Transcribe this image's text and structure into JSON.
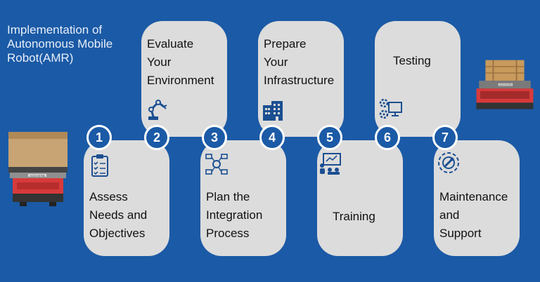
{
  "title": "Implementation of Autonomous Mobile Robot(AMR)",
  "steps": [
    {
      "num": "1",
      "label_lines": [
        "Assess",
        "Needs and",
        "Objectives"
      ],
      "icon": "clipboard-checklist-icon"
    },
    {
      "num": "2",
      "label_lines": [
        "Evaluate",
        "Your",
        "Environment"
      ],
      "icon": "robot-arm-icon"
    },
    {
      "num": "3",
      "label_lines": [
        "Plan the",
        "Integration",
        "Process"
      ],
      "icon": "network-diagram-icon"
    },
    {
      "num": "4",
      "label_lines": [
        "Prepare",
        "Your",
        "Infrastructure"
      ],
      "icon": "building-icon"
    },
    {
      "num": "5",
      "label_lines": [
        "Training"
      ],
      "icon": "presentation-icon"
    },
    {
      "num": "6",
      "label_lines": [
        "Testing"
      ],
      "icon": "gears-monitor-icon"
    },
    {
      "num": "7",
      "label_lines": [
        "Maintenance",
        "and",
        "Support"
      ],
      "icon": "gear-wrench-icon"
    }
  ],
  "robot_brand": "ADDVERB",
  "colors": {
    "background": "#1b5aa6",
    "card": "#dcdcdc",
    "badge": "#1b5aa6",
    "icon": "#1b4f91"
  }
}
